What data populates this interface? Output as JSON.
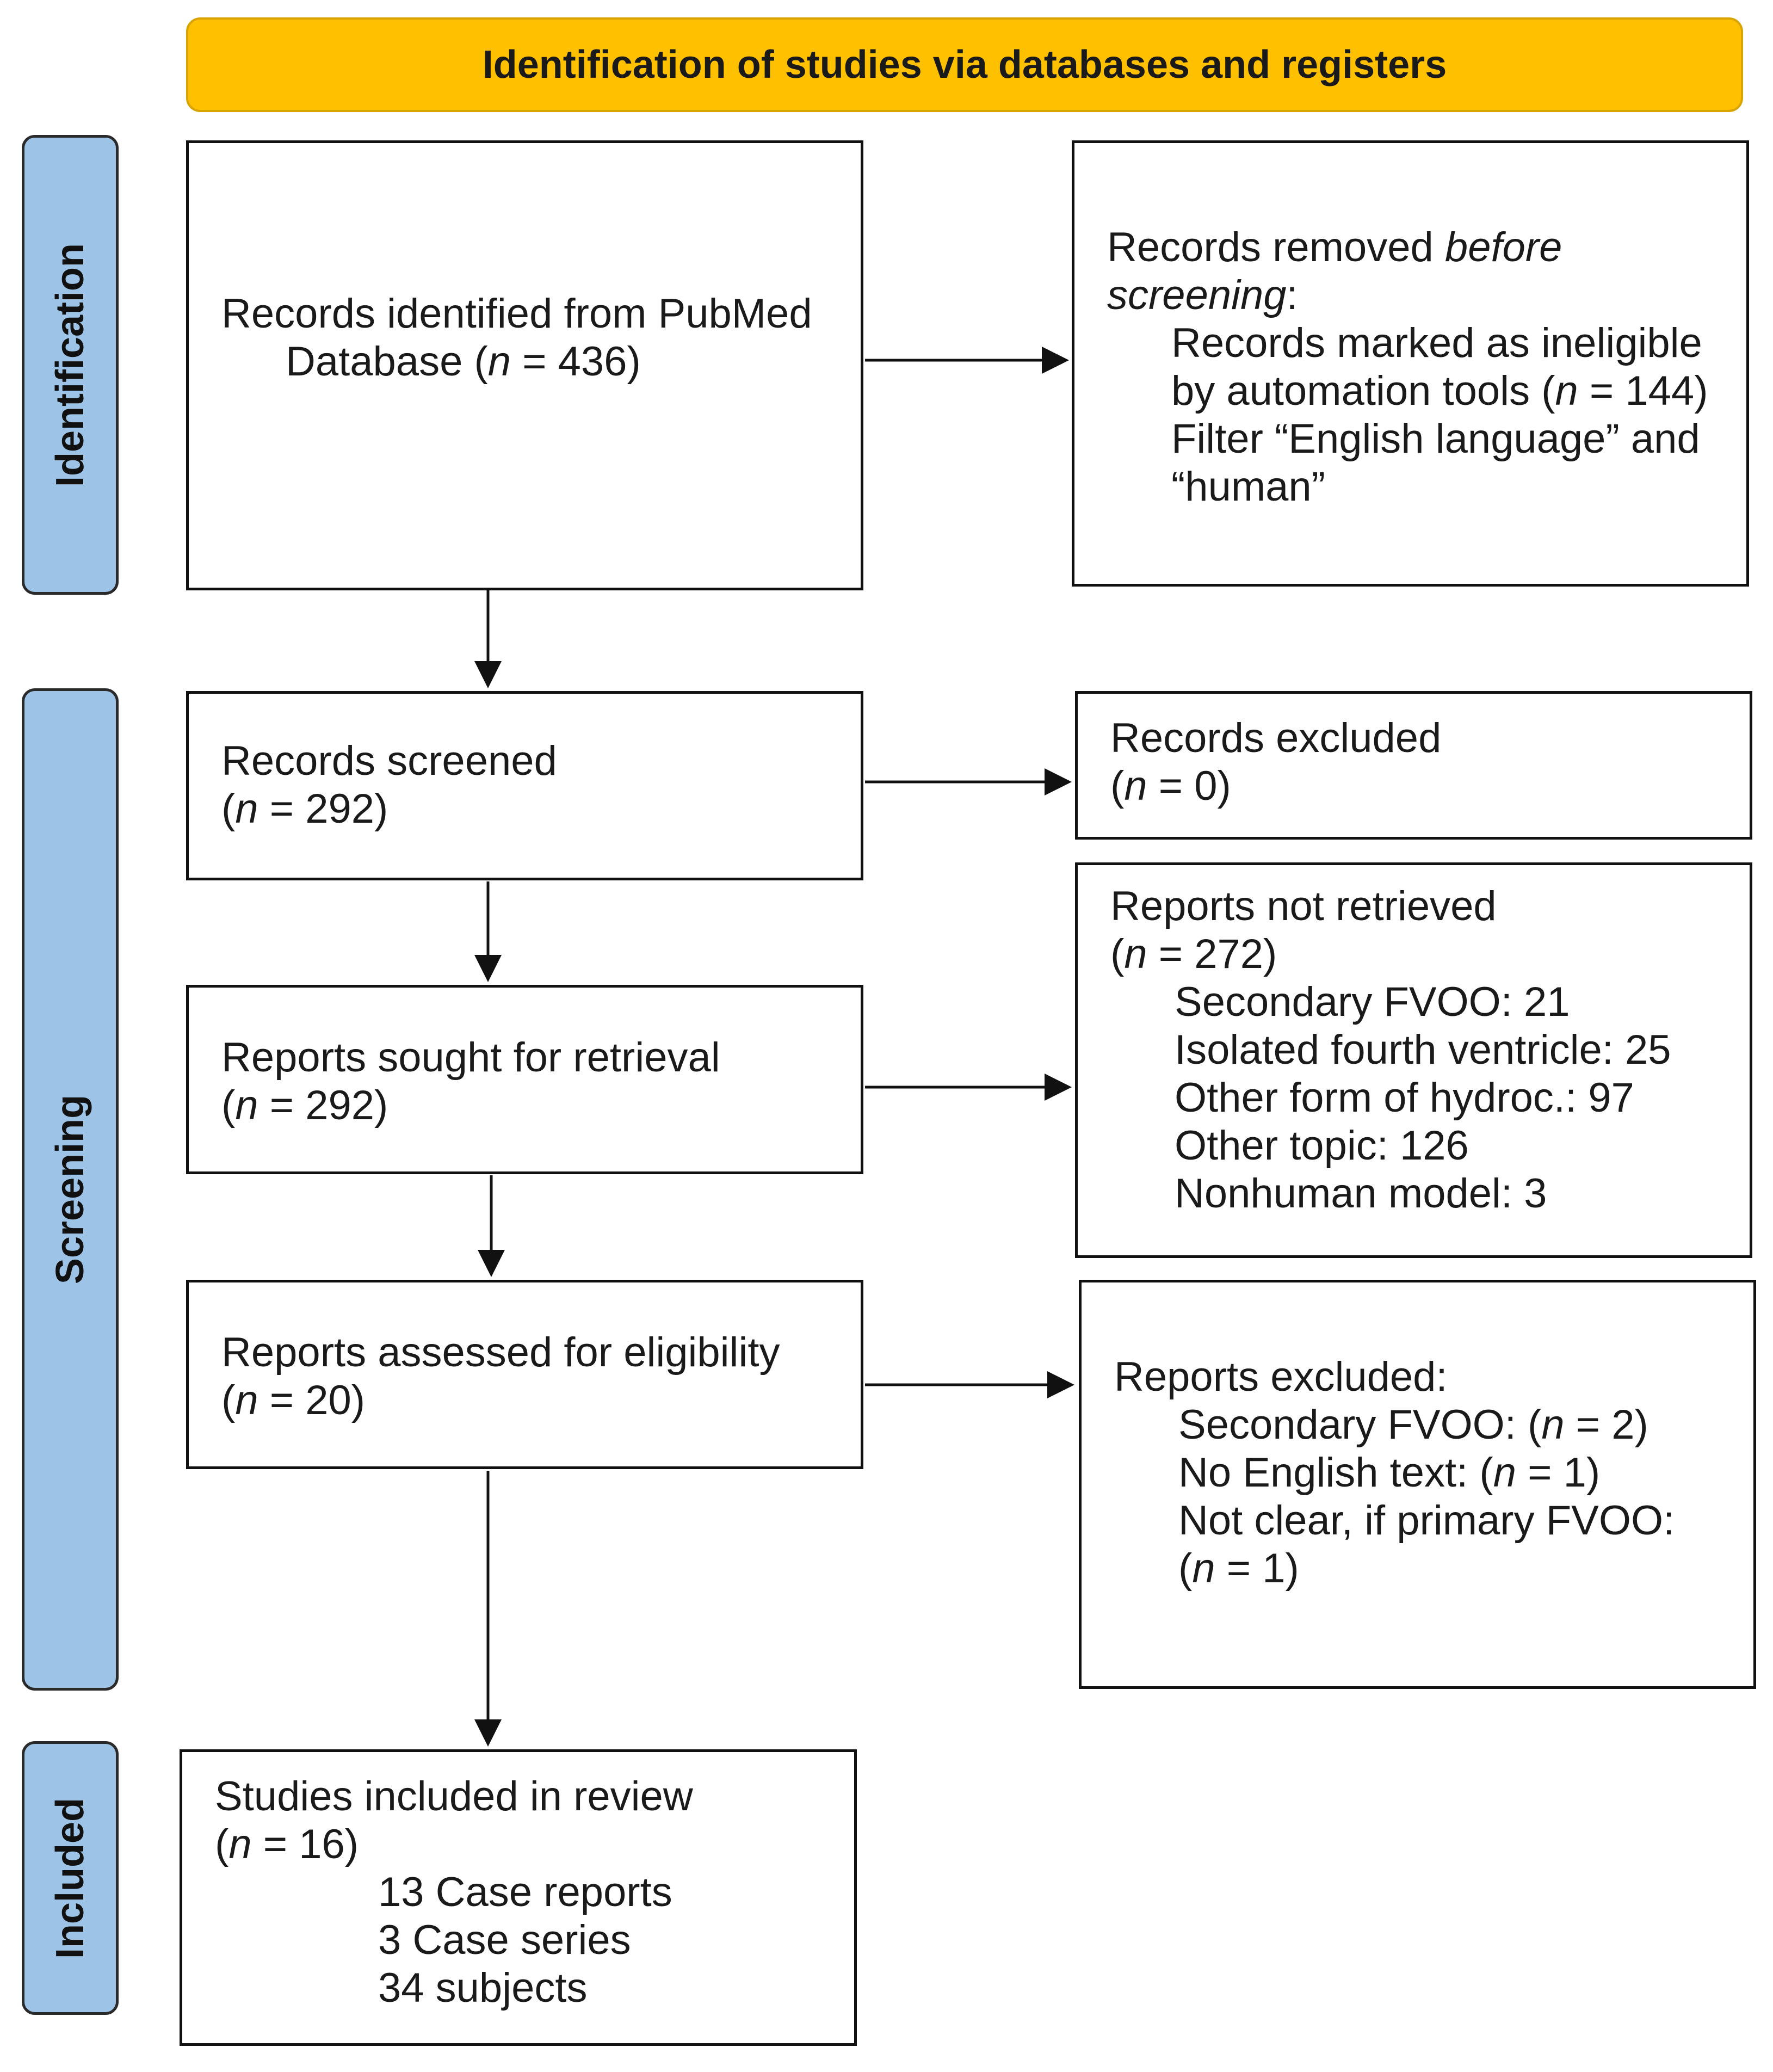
{
  "header": {
    "title": "Identification of studies via databases and registers"
  },
  "phases": {
    "identification": "Identification",
    "screening": "Screening",
    "included": "Included"
  },
  "boxes": {
    "records_identified": {
      "line1": "Records identified from PubMed",
      "line2_pre": "Database (",
      "n": "n",
      "line2_post": " = 436)"
    },
    "records_removed": {
      "line1_pre": "Records removed ",
      "line1_em": "before",
      "line2_em": "screening",
      "line2_post": ":",
      "item1a": "Records marked as ineligible",
      "item1b_pre": "by automation tools (",
      "n": "n",
      "item1b_post": " = 144)",
      "item2a": "Filter “English language” and",
      "item2b": "“human”"
    },
    "records_screened": {
      "title": "Records screened",
      "count_pre": "(",
      "n": "n",
      "count_post": " = 292)"
    },
    "records_excluded": {
      "title": "Records excluded",
      "count_pre": "(",
      "n": "n",
      "count_post": " = 0)"
    },
    "reports_sought": {
      "title": "Reports sought for retrieval",
      "count_pre": "(",
      "n": "n",
      "count_post": " = 292)"
    },
    "reports_not_retrieved": {
      "title": "Reports not retrieved",
      "count_pre": "(",
      "n": "n",
      "count_post": " = 272)",
      "items": [
        "Secondary FVOO: 21",
        "Isolated fourth ventricle: 25",
        "Other form of hydroc.: 97",
        "Other topic: 126",
        "Nonhuman model: 3"
      ]
    },
    "reports_assessed": {
      "title": "Reports assessed for eligibility",
      "count_pre": "(",
      "n": "n",
      "count_post": " = 20)"
    },
    "reports_excluded": {
      "title": "Reports excluded:",
      "item1_pre": "Secondary FVOO:  (",
      "item1_post": " = 2)",
      "item2_pre": "No English text: (",
      "item2_post": " = 1)",
      "item3": "Not clear, if primary FVOO:",
      "item4_pre": "(",
      "item4_post": " = 1)",
      "n": "n"
    },
    "studies_included": {
      "title": "Studies included in review",
      "count_pre": "(",
      "n": "n",
      "count_post": " = 16)",
      "items": [
        "13 Case reports",
        "3 Case series",
        "34 subjects"
      ]
    }
  }
}
